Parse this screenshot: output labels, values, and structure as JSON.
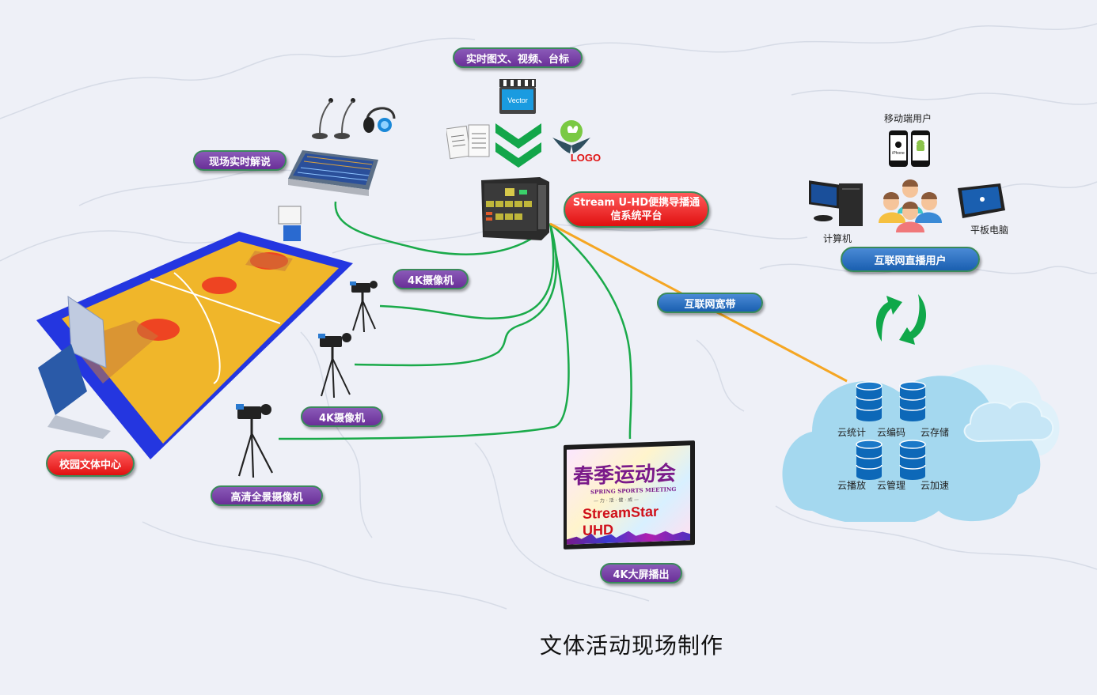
{
  "diagram": {
    "title": "文体活动现场制作",
    "nodes": {
      "media_label": "实时图文、视频、台标",
      "clapper_text": "Vector",
      "logo_text": "LOGO",
      "commentary_label": "现场实时解说",
      "platform_label_line1": "Stream U-HD便携导播通",
      "platform_label_line2": "信系统平台",
      "camera_4k_1_label": "4K摄像机",
      "camera_4k_2_label": "4K摄像机",
      "camera_panorama_label": "高清全景摄像机",
      "venue_label": "校园文体中心",
      "screen_label": "4K大屏播出",
      "screen_content": {
        "headline": "春季运动会",
        "subtitle": "SPRING SPORTS MEETING",
        "tagline": "— 力 · 活 · 健 · 成 —",
        "brand": "StreamStar UHD"
      },
      "bandwidth_label": "互联网宽带",
      "internet_users_label": "互联网直播用户",
      "mobile_users_label": "移动端用户",
      "computer_label": "计算机",
      "tablet_label": "平板电脑",
      "phone_label": "iPhone"
    },
    "cloud_services": [
      "云统计",
      "云编码",
      "云存储",
      "云播放",
      "云管理",
      "云加速"
    ]
  },
  "colors": {
    "background": "#eef0f7",
    "link_green": "#1aaa4a",
    "link_orange": "#f5a623",
    "pill_purple": "#6a2f98",
    "pill_red": "#e01010",
    "pill_blue": "#1a5fb0",
    "cloud": "#a4d8ef",
    "database": "#0d68b8"
  }
}
